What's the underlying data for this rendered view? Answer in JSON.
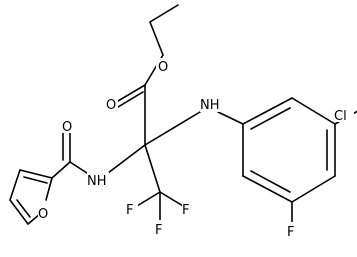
{
  "atoms": {
    "O_ester": "O",
    "O_carbonyl_ester": "O",
    "NH_aryl": "NH",
    "Cl": "Cl",
    "F_ring": "F",
    "O_amide": "O",
    "NH_amide": "NH",
    "F_cf3_right": "F",
    "F_cf3_left": "F",
    "F_cf3_bottom": "F",
    "O_furan": "O"
  }
}
